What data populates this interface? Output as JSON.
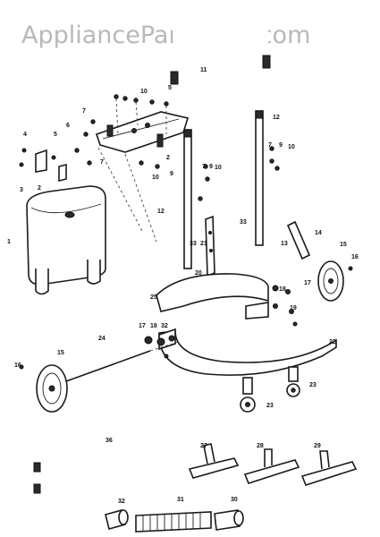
{
  "watermark": "AppliancePartsPros.com",
  "labels": [
    {
      "id": "l11",
      "text": "11"
    },
    {
      "id": "l12a",
      "text": "12"
    },
    {
      "id": "l12b",
      "text": "12"
    },
    {
      "id": "l1",
      "text": "1"
    },
    {
      "id": "l2a",
      "text": "2"
    },
    {
      "id": "l3",
      "text": "3"
    },
    {
      "id": "l4",
      "text": "4"
    },
    {
      "id": "l5a",
      "text": "5"
    },
    {
      "id": "l6",
      "text": "6"
    },
    {
      "id": "l7a",
      "text": "7"
    },
    {
      "id": "l2b",
      "text": "2"
    },
    {
      "id": "l7b",
      "text": "7"
    },
    {
      "id": "l9a",
      "text": "9"
    },
    {
      "id": "l10a",
      "text": "10"
    },
    {
      "id": "l5b",
      "text": "5"
    },
    {
      "id": "l10b",
      "text": "10"
    },
    {
      "id": "l7c",
      "text": "7"
    },
    {
      "id": "l9b",
      "text": "9"
    },
    {
      "id": "l10c",
      "text": "10"
    },
    {
      "id": "l7d",
      "text": "7"
    },
    {
      "id": "l9c",
      "text": "9"
    },
    {
      "id": "l10d",
      "text": "10"
    },
    {
      "id": "l33a",
      "text": "33"
    },
    {
      "id": "l14",
      "text": "14"
    },
    {
      "id": "l13",
      "text": "13"
    },
    {
      "id": "l21",
      "text": "21"
    },
    {
      "id": "l33b",
      "text": "33"
    },
    {
      "id": "l20a",
      "text": "20"
    },
    {
      "id": "l15a",
      "text": "15"
    },
    {
      "id": "l16a",
      "text": "16"
    },
    {
      "id": "l25",
      "text": "25"
    },
    {
      "id": "l18",
      "text": "18"
    },
    {
      "id": "l17a",
      "text": "17"
    },
    {
      "id": "l19",
      "text": "19"
    },
    {
      "id": "l22",
      "text": "22"
    },
    {
      "id": "l24",
      "text": "24"
    },
    {
      "id": "l17b",
      "text": "17"
    },
    {
      "id": "l18b",
      "text": "18"
    },
    {
      "id": "l32a",
      "text": "32"
    },
    {
      "id": "l15b",
      "text": "15"
    },
    {
      "id": "l16b",
      "text": "16"
    },
    {
      "id": "l23a",
      "text": "23"
    },
    {
      "id": "l23b",
      "text": "23"
    },
    {
      "id": "l36",
      "text": "36"
    },
    {
      "id": "l27",
      "text": "27"
    },
    {
      "id": "l28",
      "text": "28"
    },
    {
      "id": "l29",
      "text": "29"
    },
    {
      "id": "l32b",
      "text": "32"
    },
    {
      "id": "l31",
      "text": "31"
    },
    {
      "id": "l30",
      "text": "30"
    }
  ]
}
